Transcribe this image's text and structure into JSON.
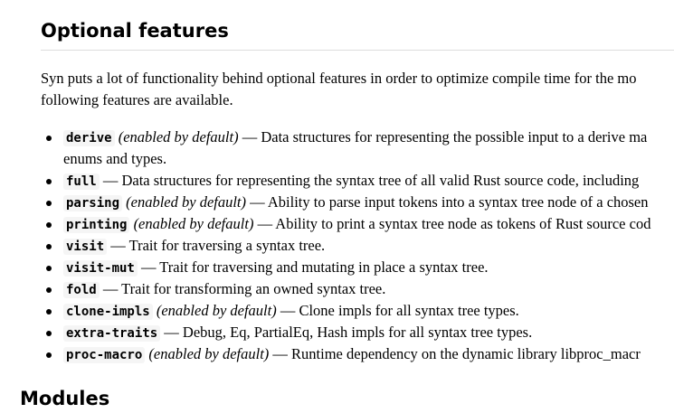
{
  "heading": "Optional features",
  "intro": [
    "Syn puts a lot of functionality behind optional features in order to optimize compile time for the mo",
    "following features are available."
  ],
  "features": [
    {
      "name": "derive",
      "note": "(enabled by default)",
      "desc": "— Data structures for representing the possible input to a derive ma",
      "cont": "enums and types."
    },
    {
      "name": "full",
      "note": "",
      "desc": "— Data structures for representing the syntax tree of all valid Rust source code, including"
    },
    {
      "name": "parsing",
      "note": "(enabled by default)",
      "desc": "— Ability to parse input tokens into a syntax tree node of a chosen"
    },
    {
      "name": "printing",
      "note": "(enabled by default)",
      "desc": "— Ability to print a syntax tree node as tokens of Rust source cod"
    },
    {
      "name": "visit",
      "note": "",
      "desc": "— Trait for traversing a syntax tree."
    },
    {
      "name": "visit-mut",
      "note": "",
      "desc": "— Trait for traversing and mutating in place a syntax tree."
    },
    {
      "name": "fold",
      "note": "",
      "desc": "— Trait for transforming an owned syntax tree."
    },
    {
      "name": "clone-impls",
      "note": "(enabled by default)",
      "desc": "— Clone impls for all syntax tree types."
    },
    {
      "name": "extra-traits",
      "note": "",
      "desc": "— Debug, Eq, PartialEq, Hash impls for all syntax tree types."
    },
    {
      "name": "proc-macro",
      "note": "(enabled by default)",
      "desc": "— Runtime dependency on the dynamic library libproc_macr"
    }
  ],
  "next_heading": "Modules"
}
